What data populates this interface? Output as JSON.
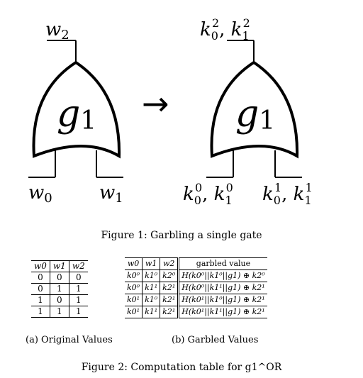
{
  "figure1": {
    "left_gate": {
      "gate_label": "g1",
      "output_wire": "w2",
      "input_left": "w0",
      "input_right": "w1"
    },
    "right_gate": {
      "gate_label": "g1",
      "output_wire": "k0², k1²",
      "input_left": "k0⁰, k1⁰",
      "input_right": "k0¹, k1¹"
    },
    "arrow": "→",
    "caption": "Figure 1: Garbling a single gate"
  },
  "table_original": {
    "headers": [
      "w0",
      "w1",
      "w2"
    ],
    "rows": [
      [
        "0",
        "0",
        "0"
      ],
      [
        "0",
        "1",
        "1"
      ],
      [
        "1",
        "0",
        "1"
      ],
      [
        "1",
        "1",
        "1"
      ]
    ],
    "caption": "(a) Original Values"
  },
  "table_garbled": {
    "headers": [
      "w0",
      "w1",
      "w2",
      "garbled value"
    ],
    "rows": [
      [
        "k0⁰",
        "k1⁰",
        "k2⁰",
        "H(k0⁰||k1⁰||g1) ⊕ k2⁰"
      ],
      [
        "k0⁰",
        "k1¹",
        "k2¹",
        "H(k0⁰||k1¹||g1) ⊕ k2¹"
      ],
      [
        "k0¹",
        "k1⁰",
        "k2¹",
        "H(k0¹||k1⁰||g1) ⊕ k2¹"
      ],
      [
        "k0¹",
        "k1¹",
        "k2¹",
        "H(k0¹||k1¹||g1) ⊕ k2¹"
      ]
    ],
    "caption": "(b) Garbled Values"
  },
  "figure2_caption": "Figure 2: Computation table for g1^OR"
}
